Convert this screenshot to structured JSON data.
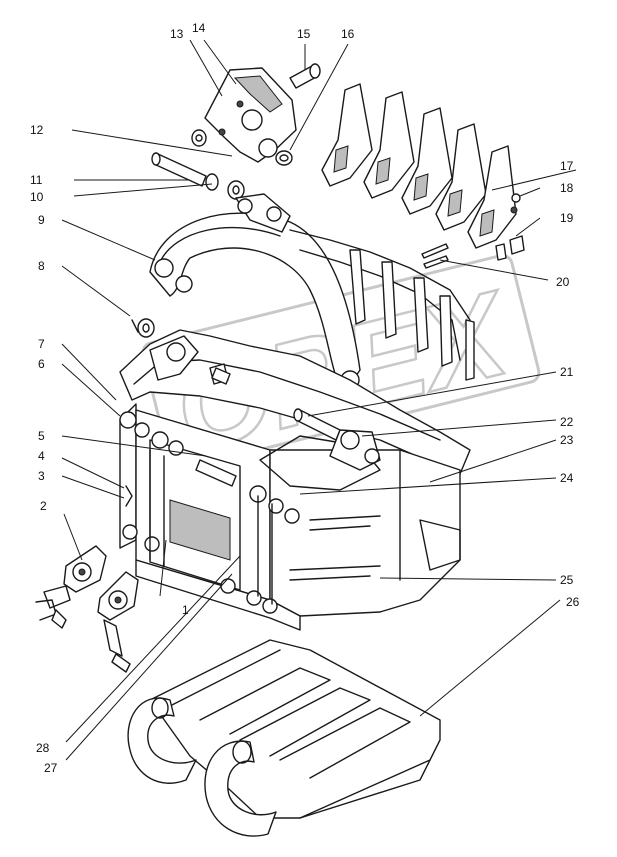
{
  "watermark": {
    "text": "OPEX"
  },
  "callouts": [
    "1",
    "2",
    "3",
    "4",
    "5",
    "6",
    "7",
    "8",
    "9",
    "10",
    "11",
    "12",
    "13",
    "14",
    "15",
    "16",
    "17",
    "18",
    "19",
    "20",
    "21",
    "22",
    "23",
    "24",
    "25",
    "26",
    "27",
    "28"
  ]
}
